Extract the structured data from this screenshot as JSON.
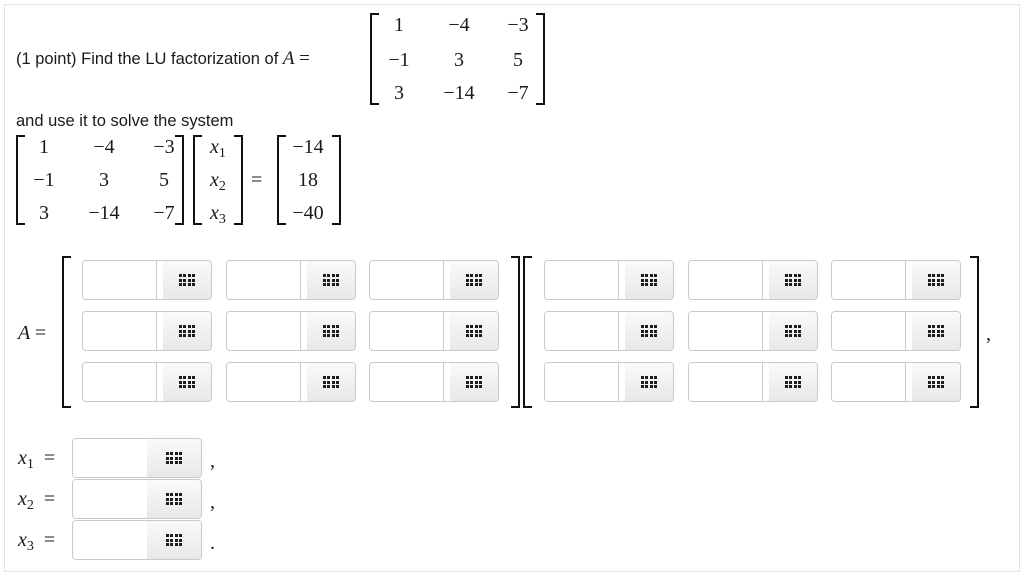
{
  "problem": {
    "prefix": "(1 point) Find the LU factorization of",
    "matrix_var": "A",
    "equals": "=",
    "instruction": "and use it to solve the system"
  },
  "matrix_A": [
    [
      "1",
      "−4",
      "−3"
    ],
    [
      "−1",
      "3",
      "5"
    ],
    [
      "3",
      "−14",
      "−7"
    ]
  ],
  "system": {
    "vars": [
      {
        "base": "x",
        "sub": "1"
      },
      {
        "base": "x",
        "sub": "2"
      },
      {
        "base": "x",
        "sub": "3"
      }
    ],
    "rhs": [
      "−14",
      "18",
      "−40"
    ],
    "equals": "="
  },
  "answer": {
    "lhs_var": "A",
    "equals": "=",
    "trailing_comma": ",",
    "solution_labels": [
      {
        "base": "x",
        "sub": "1",
        "punct": ","
      },
      {
        "base": "x",
        "sub": "2",
        "punct": ","
      },
      {
        "base": "x",
        "sub": "3",
        "punct": "."
      }
    ],
    "colors": {
      "field_border": "#c9c9c9",
      "palette_bg": "#e8e8e8",
      "icon": "#1d1d1d"
    }
  }
}
